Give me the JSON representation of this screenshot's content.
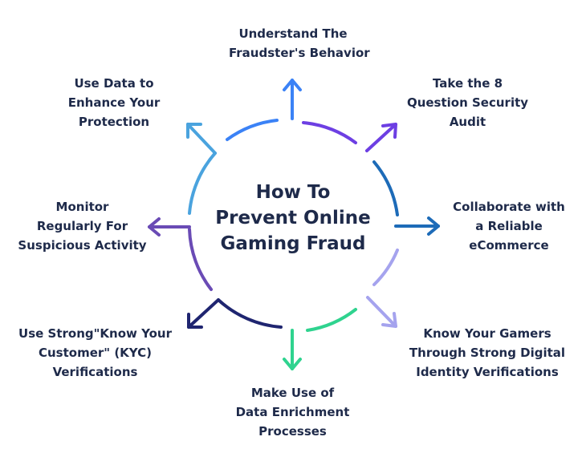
{
  "title": {
    "lines": [
      "How To",
      "Prevent Online",
      "Gaming Fraud"
    ]
  },
  "steps": [
    {
      "lines": [
        "Understand The",
        "Fraudster's Behavior"
      ],
      "color": "#3b82f6"
    },
    {
      "lines": [
        "Take the 8",
        "Question Security",
        "Audit"
      ],
      "color": "#6d3fe3"
    },
    {
      "lines": [
        "Collaborate with",
        "a Reliable",
        "eCommerce"
      ],
      "color": "#1d6bb8"
    },
    {
      "lines": [
        "Know Your Gamers",
        "Through Strong Digital",
        "Identity Verifications"
      ],
      "color": "#a5a3ee"
    },
    {
      "lines": [
        "Make Use of",
        "Data Enrichment",
        "Processes"
      ],
      "color": "#2fd38f"
    },
    {
      "lines": [
        "Use Strong\"Know Your",
        "Customer\" (KYC)",
        "Verifications"
      ],
      "color": "#1f2570"
    },
    {
      "lines": [
        "Monitor",
        "Regularly For",
        "Suspicious Activity"
      ],
      "color": "#6a4bb5"
    },
    {
      "lines": [
        "Use Data to",
        "Enhance Your",
        "Protection"
      ],
      "color": "#4aa3de"
    }
  ]
}
